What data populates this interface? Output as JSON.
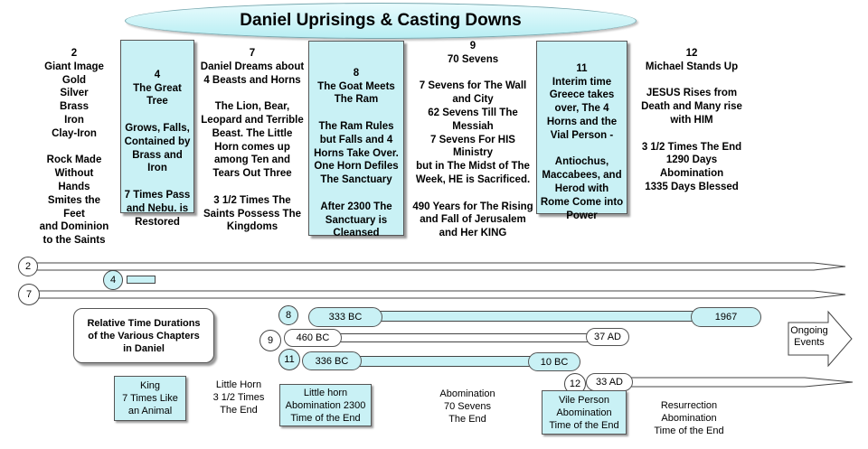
{
  "title": "Daniel Uprisings & Casting Downs",
  "columns": [
    {
      "id": "c2",
      "text": "2\nGiant Image\nGold\nSilver\nBrass\nIron\nClay-Iron\n\nRock Made\nWithout Hands\nSmites  the\nFeet\nand Dominion\nto the Saints"
    },
    {
      "id": "c4",
      "text": "4\nThe Great\nTree\n\nGrows, Falls,\nContained by\nBrass and\nIron\n\n7 Times Pass\nand Nebu. is\nRestored"
    },
    {
      "id": "c7",
      "text": "7\nDaniel Dreams about\n4 Beasts and Horns\n\nThe Lion, Bear,\nLeopard and Terrible\nBeast. The Little\nHorn comes up\namong Ten and\nTears Out Three\n\n3 1/2 Times The\nSaints Possess The\nKingdoms"
    },
    {
      "id": "c8",
      "text": "8\nThe Goat Meets\nThe Ram\n\nThe Ram Rules\nbut Falls and 4\nHorns Take Over.\nOne Horn Defiles\nThe Sanctuary\n\nAfter 2300 The\nSanctuary is\nCleansed"
    },
    {
      "id": "c9",
      "text": "9\n70 Sevens\n\n7 Sevens for The Wall\nand City\n62 Sevens Till The\nMessiah\n7 Sevens For HIS\nMinistry\nbut in The Midst of The\nWeek, HE is Sacrificed.\n\n490 Years for The Rising\nand Fall of Jerusalem\nand Her KING"
    },
    {
      "id": "c11",
      "text": "11\nInterim time\nGreece takes\nover, The 4\nHorns and the\nVial Person -\n\nAntiochus,\nMaccabees, and\nHerod with\nRome Come into\nPower"
    },
    {
      "id": "c12",
      "text": "12\nMichael Stands Up\n\nJESUS Rises from\nDeath and Many rise\nwith HIM\n\n3 1/2 Times The End\n1290 Days\nAbomination\n1335 Days Blessed"
    }
  ],
  "timeline": {
    "row2_label": "2",
    "row7_label": "7",
    "row4_label": "4",
    "row8": {
      "label": "8",
      "start": "333 BC",
      "end": "1967"
    },
    "row9": {
      "label": "9",
      "start": "460 BC",
      "end": "37 AD"
    },
    "row11": {
      "label": "11",
      "start": "336 BC",
      "end": "10 BC"
    },
    "row12": {
      "label": "12",
      "start": "33 AD"
    },
    "ongoing": "Ongoing\nEvents"
  },
  "legend": "Relative Time Durations\nof the Various Chapters\nin Daniel",
  "bottom": {
    "king": "King\n7 Times Like\nan Animal",
    "little_horn_end": "Little Horn\n3 1/2 Times\nThe End",
    "little_horn_abom": "Little horn\nAbomination 2300\nTime of the End",
    "abom70": "Abomination\n70 Sevens\nThe End",
    "vile_person": "Vile Person\nAbomination\nTime of the End",
    "resurrection": "Resurrection\nAbomination\nTime of the End"
  },
  "colors": {
    "box_fill": "#c9f1f5",
    "title_fill": "#b8eef3"
  }
}
